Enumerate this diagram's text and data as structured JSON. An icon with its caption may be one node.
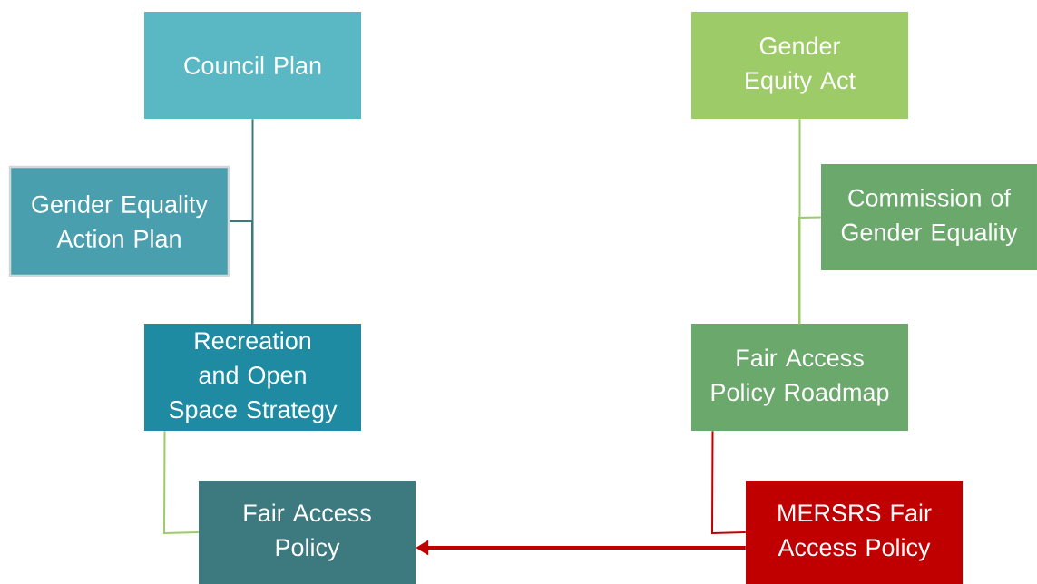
{
  "diagram": {
    "nodes": [
      {
        "text": [
          "Council Plan"
        ]
      },
      {
        "text": [
          "Gender Equality Action Plan"
        ]
      },
      {
        "text": [
          "Recreation and Open Space Strategy"
        ]
      },
      {
        "text": [
          "Fair Access Policy"
        ]
      },
      {
        "text": [
          "Gender Equity Act"
        ]
      },
      {
        "text": [
          "Commission of Gender Equality"
        ]
      },
      {
        "text": [
          "Fair Access Policy Roadmap"
        ]
      },
      {
        "text": [
          "MERSRS Fair Access Policy"
        ]
      }
    ],
    "edges": [
      {
        "from": 0,
        "to": 2,
        "arrow": "none",
        "color": "#3d7a80"
      },
      {
        "from": 1,
        "to": 2,
        "arrow": "none",
        "color": "#3d7a80"
      },
      {
        "from": 2,
        "to": 3,
        "arrow": "none",
        "color": "#9ccb68"
      },
      {
        "from": 4,
        "to": 6,
        "arrow": "none",
        "color": "#9ccb68"
      },
      {
        "from": 5,
        "to": 6,
        "arrow": "none",
        "color": "#9ccb68"
      },
      {
        "from": 6,
        "to": 7,
        "arrow": "none",
        "color": "#c00000"
      },
      {
        "from": 7,
        "to": 3,
        "arrow": "to",
        "style": "thick",
        "color": "#c00000"
      }
    ]
  }
}
